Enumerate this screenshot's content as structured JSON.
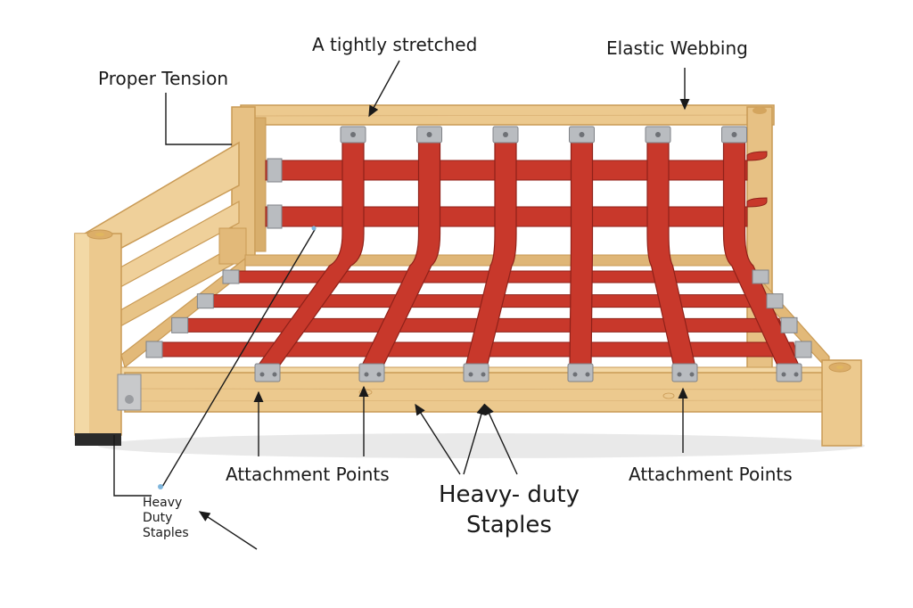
{
  "labels": {
    "proper_tension": "Proper Tension",
    "tightly_stretched": "A  tightly stretched",
    "elastic_webbing": "Elastic Webbing",
    "attachment_points_left": "Attachment Points",
    "attachment_points_right": "Attachment Points",
    "heavy_duty_main_line1": "Heavy- duty",
    "heavy_duty_main_line2": "Staples",
    "heavy_duty_small_line1": "Heavy",
    "heavy_duty_small_line2": "Duty",
    "heavy_duty_small_line3": "Staples"
  },
  "colors": {
    "wood": "#ecc98e",
    "wood_dark": "#c99a55",
    "wood_light": "#f6dfb0",
    "webbing": "#c8382b",
    "webbing_dark": "#8f2119",
    "metal": "#b9bcc0",
    "ink": "#1a1a1a"
  },
  "webbing": {
    "vertical_strap_count": 6,
    "back_horizontal_strap_count": 2,
    "seat_horizontal_strap_count": 4
  }
}
